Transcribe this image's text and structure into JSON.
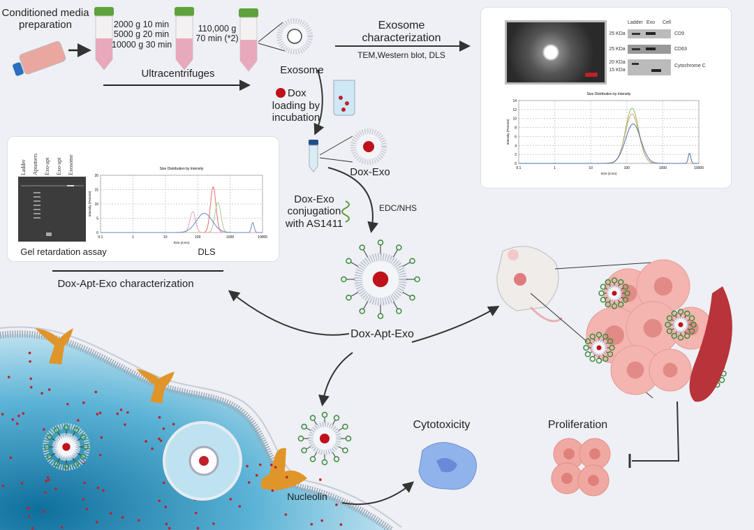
{
  "steps": {
    "conditioned_media": "Conditioned media preparation",
    "spin1": "2000 g 10 min",
    "spin2": "5000 g 20 min",
    "spin3": "10000 g 30 min",
    "ultra1": "110,000 g",
    "ultra2": "70 min (*2)",
    "ultracentrifuges": "Ultracentrifuges",
    "exosome": "Exosome",
    "exo_char_title": "Exosome characterization",
    "exo_char_methods": "TEM,Western blot, DLS",
    "dox_loading_1": "Dox",
    "dox_loading_2": "loading by incubation",
    "dox_exo": "Dox-Exo",
    "conjugation": "Dox-Exo conjugation with AS1411",
    "edc_nhs": "EDC/NHS",
    "dox_apt_exo": "Dox-Apt-Exo",
    "dox_apt_exo_char": "Dox-Apt-Exo characterization",
    "cytotoxicity": "Cytotoxicity",
    "proliferation": "Proliferation",
    "nucleolin": "Nucleolin"
  },
  "exo_panel": {
    "blot_lanes": [
      "Ladder",
      "Exo",
      "Cell"
    ],
    "blot_rows": [
      {
        "marker": "25 KDa",
        "protein": "CD9"
      },
      {
        "marker": "25 KDa",
        "protein": "CD63"
      },
      {
        "marker": "20 KDa",
        "marker2": "15 KDa",
        "protein": "Cytochrome C"
      }
    ]
  },
  "apt_panel": {
    "gel_lanes": [
      "Ladder",
      "Aptamers",
      "Exo-apt",
      "Exo-apt",
      "Exosome"
    ],
    "gel_caption": "Gel retardation assay",
    "dls_caption": "DLS"
  },
  "chart_data": [
    {
      "type": "line",
      "title": "Size Distribution by Intensity",
      "xlabel": "Size (d.nm)",
      "ylabel": "Intensity (Percent)",
      "xscale": "log",
      "xlim": [
        0.1,
        10000
      ],
      "ylim": [
        0,
        14
      ],
      "xticks": [
        "0.1",
        "1",
        "10",
        "100",
        "1000",
        "10000"
      ],
      "yticks": [
        "0",
        "2",
        "4",
        "6",
        "8",
        "10",
        "12",
        "14"
      ],
      "grid": true,
      "series": [
        {
          "name": "green",
          "color": "#8fbf5a",
          "peaks": [
            {
              "size": 140,
              "height": 12.3,
              "width": 0.26
            }
          ]
        },
        {
          "name": "orange",
          "color": "#d9a07a",
          "peaks": [
            {
              "size": 140,
              "height": 11,
              "width": 0.27
            }
          ]
        },
        {
          "name": "blue",
          "color": "#4a6fb0",
          "peaks": [
            {
              "size": 150,
              "height": 8.8,
              "width": 0.3
            },
            {
              "size": 5500,
              "height": 2.3,
              "width": 0.05
            }
          ]
        }
      ]
    },
    {
      "type": "line",
      "title": "Size Distribution by Intensity",
      "xlabel": "Size (d.nm)",
      "ylabel": "Intensity (Percent)",
      "xscale": "log",
      "xlim": [
        0.1,
        10000
      ],
      "ylim": [
        0,
        20
      ],
      "xticks": [
        "0.1",
        "1",
        "10",
        "100",
        "1000",
        "10000"
      ],
      "yticks": [
        "0",
        "5",
        "10",
        "15",
        "20"
      ],
      "grid": true,
      "series": [
        {
          "name": "red",
          "color": "#e07070",
          "peaks": [
            {
              "size": 300,
              "height": 16,
              "width": 0.12
            }
          ]
        },
        {
          "name": "green",
          "color": "#a8c890",
          "peaks": [
            {
              "size": 420,
              "height": 10.5,
              "width": 0.13
            }
          ]
        },
        {
          "name": "pink",
          "color": "#e6a0b0",
          "peaks": [
            {
              "size": 70,
              "height": 7.3,
              "width": 0.12
            }
          ]
        },
        {
          "name": "blue",
          "color": "#6a84c0",
          "peaks": [
            {
              "size": 160,
              "height": 6.7,
              "width": 0.35
            },
            {
              "size": 5000,
              "height": 3.5,
              "width": 0.06
            }
          ]
        }
      ]
    }
  ]
}
